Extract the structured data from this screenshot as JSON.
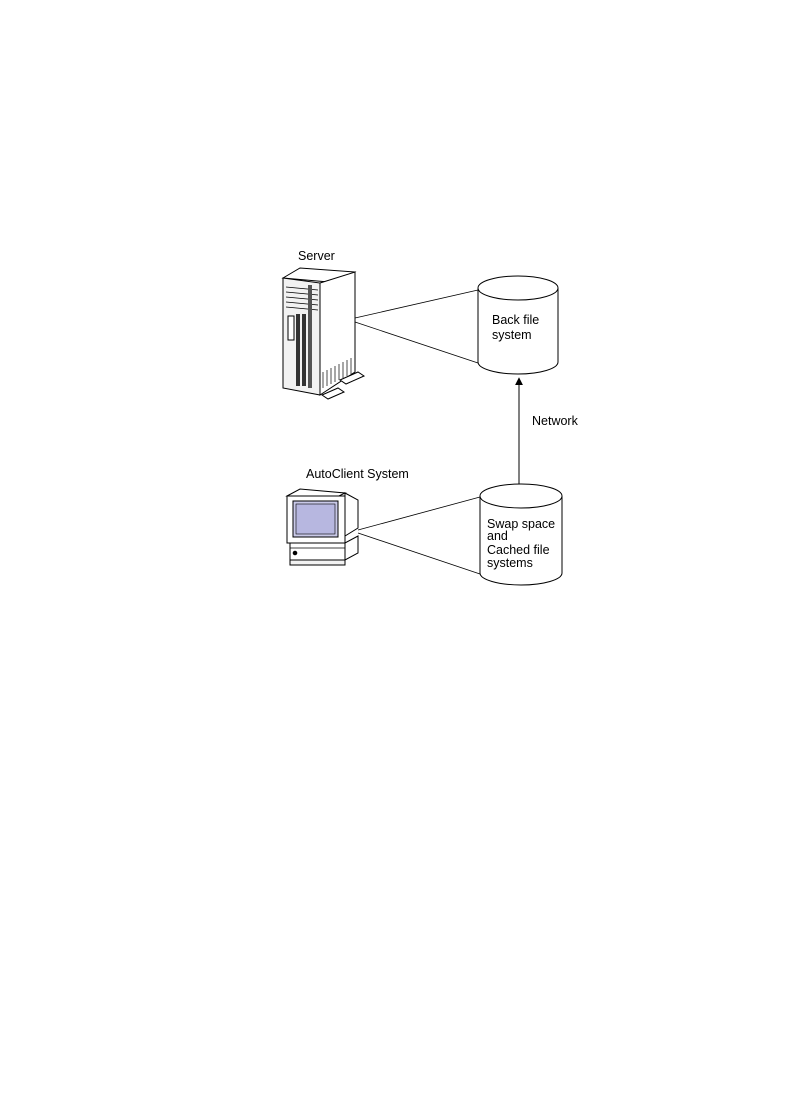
{
  "server": {
    "label": "Server"
  },
  "client": {
    "label": "AutoClient System"
  },
  "back_fs": {
    "lines": [
      "Back file",
      "system"
    ]
  },
  "swap": {
    "lines": [
      "Swap space",
      "and",
      "Cached file",
      "systems"
    ]
  },
  "network": {
    "label": "Network"
  }
}
